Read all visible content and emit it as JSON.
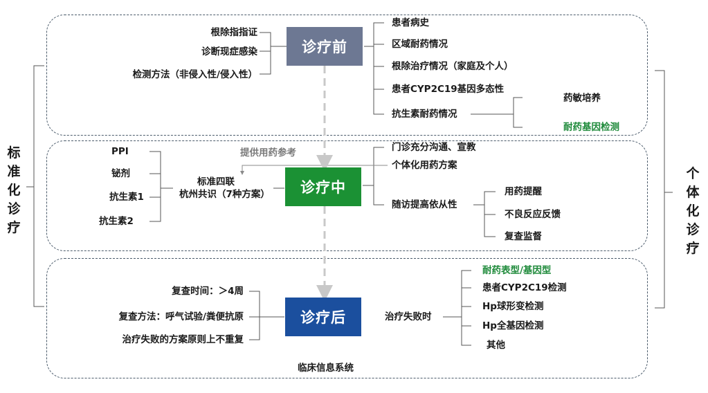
{
  "sides": {
    "left": "标准化诊疗",
    "right": "个体化诊疗"
  },
  "stages": {
    "pre": {
      "label": "诊疗前",
      "color": "#6d7893"
    },
    "mid": {
      "label": "诊疗中",
      "color": "#1b9134"
    },
    "post": {
      "label": "诊疗后",
      "color": "#1b4f9e"
    }
  },
  "pre": {
    "left": [
      "根除指指证",
      "诊断现症感染",
      "检测方法（非侵入性/侵入性）"
    ],
    "right": [
      "患者病史",
      "区域耐药情况",
      "根除治疗情况（家庭及个人）",
      "患者CYP2C19基因多态性",
      "抗生素耐药情况"
    ],
    "sub": [
      "药敏培养",
      "耐药基因检测"
    ]
  },
  "mid": {
    "drugs": [
      "PPI",
      "铋剂",
      "抗生素1",
      "抗生素2"
    ],
    "standard_line1": "标准四联",
    "standard_line2": "杭州共识（7种方案）",
    "reference": "提供用药参考",
    "right": [
      "门诊充分沟通、宣教",
      "个体化用药方案",
      "随访提高依从性"
    ],
    "sub": [
      "用药提醒",
      "不良反应反馈",
      "复查监督"
    ]
  },
  "post": {
    "left": [
      "复查时间：＞4周",
      "复查方法：呼气试验/粪便抗原",
      "治疗失败的方案原则上不重复"
    ],
    "failure": "治疗失败时",
    "sub": [
      "耐药表型/基因型",
      "患者CYP2C19检测",
      "Hp球形变检测",
      "Hp全基因检测",
      "其他"
    ],
    "system": "临床信息系统"
  },
  "colors": {
    "highlight": "#1e8a3a",
    "reference": "#7a7a7a",
    "panel_border": "#4a5a6a"
  }
}
